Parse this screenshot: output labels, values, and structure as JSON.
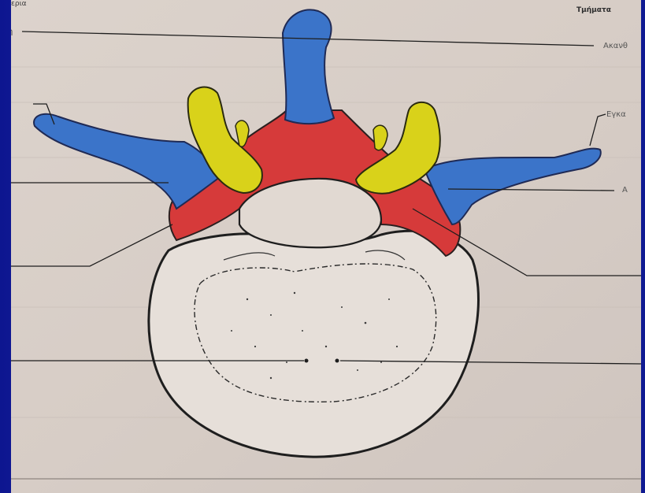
{
  "title_left": "ερια",
  "title_right": "Τμήματα",
  "labels": {
    "top_left": "η",
    "top_right": "Ακανθ",
    "mid_right": "Εγκα",
    "right_2": "Α"
  },
  "colors": {
    "background_blue": "#1c27a8",
    "page": "#d8cfc8",
    "bone_blue": "#3b74c9",
    "lamina_red": "#d63a3a",
    "articular_yellow": "#d9d21a",
    "outline": "#1e1e1e"
  }
}
